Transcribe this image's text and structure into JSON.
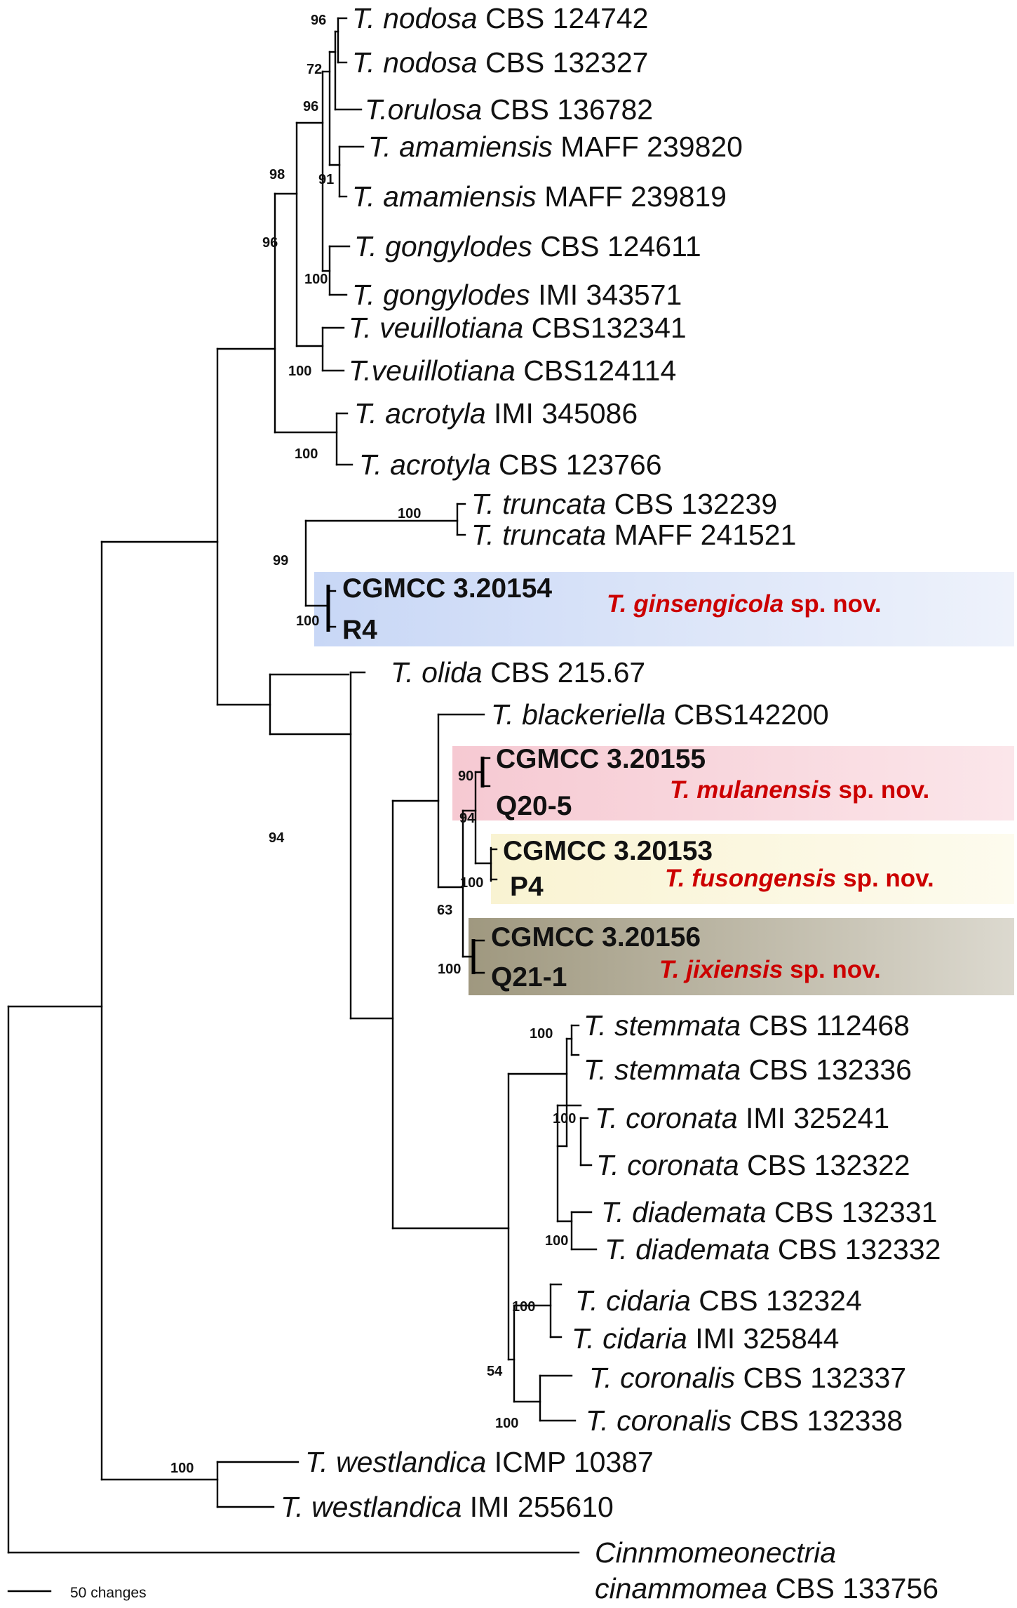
{
  "taxa": [
    {
      "genus": "T. nodosa",
      "strain": " CBS 124742"
    },
    {
      "genus": "T. nodosa",
      "strain": " CBS 132327"
    },
    {
      "genus": "T.orulosa",
      "strain": " CBS 136782"
    },
    {
      "genus": "T. amamiensis",
      "strain": " MAFF 239820"
    },
    {
      "genus": "T. amamiensis",
      "strain": " MAFF 239819"
    },
    {
      "genus": "T. gongylodes",
      "strain": " CBS 124611"
    },
    {
      "genus": "T. gongylodes",
      "strain": " IMI 343571"
    },
    {
      "genus": "T. veuillotiana",
      "strain": " CBS132341"
    },
    {
      "genus": "T.veuillotiana",
      "strain": " CBS124114"
    },
    {
      "genus": "T. acrotyla",
      "strain": " IMI 345086"
    },
    {
      "genus": "T. acrotyla",
      "strain": " CBS 123766"
    },
    {
      "genus": "T. truncata",
      "strain": " CBS 132239"
    },
    {
      "genus": "T. truncata",
      "strain": " MAFF 241521"
    },
    {
      "genus": "T. olida",
      "strain": " CBS 215.67"
    },
    {
      "genus": "T. blackeriella",
      "strain": " CBS142200"
    },
    {
      "genus": "T. stemmata",
      "strain": " CBS 112468"
    },
    {
      "genus": "T. stemmata",
      "strain": " CBS 132336"
    },
    {
      "genus": "T. coronata",
      "strain": " IMI 325241"
    },
    {
      "genus": "T. coronata",
      "strain": " CBS 132322"
    },
    {
      "genus": "T. diademata",
      "strain": " CBS 132331"
    },
    {
      "genus": "T. diademata",
      "strain": " CBS 132332"
    },
    {
      "genus": "T. cidaria",
      "strain": " CBS 132324"
    },
    {
      "genus": "T. cidaria",
      "strain": " IMI 325844"
    },
    {
      "genus": "T. coronalis",
      "strain": " CBS 132337"
    },
    {
      "genus": "T. coronalis",
      "strain": " CBS 132338"
    },
    {
      "genus": "T. westlandica",
      "strain": " ICMP 10387"
    },
    {
      "genus": "T. westlandica",
      "strain": " IMI 255610"
    }
  ],
  "outgroup": {
    "line1": "Cinnmomeonectria",
    "line2_genus": "cinammomea",
    "line2_strain": " CBS 133756"
  },
  "new_species": [
    {
      "strain_a": "CGMCC 3.20154",
      "strain_b": "R4",
      "name": "T. ginsengicola",
      "suffix": " sp. nov.",
      "color": "#d5e1f7"
    },
    {
      "strain_a": "CGMCC 3.20155",
      "strain_b": "Q20-5",
      "name": "T. mulanensis",
      "suffix": " sp. nov.",
      "color": "#f8d7dd"
    },
    {
      "strain_a": "CGMCC 3.20153",
      "strain_b": "P4",
      "name": "T. fusongensis",
      "suffix": " sp. nov.",
      "color": "#fbf7dc"
    },
    {
      "strain_a": "CGMCC 3.20156",
      "strain_b": "Q21-1",
      "name": "T. jixiensis",
      "suffix": " sp. nov.",
      "color": "#b4ae9c"
    }
  ],
  "support_values": [
    "96",
    "72",
    "96",
    "98",
    "91",
    "96",
    "100",
    "100",
    "100",
    "100",
    "99",
    "100",
    "90",
    "94",
    "100",
    "63",
    "100",
    "94",
    "100",
    "100",
    "100",
    "100",
    "54",
    "100",
    "100"
  ],
  "scale": {
    "label": "50 changes"
  }
}
